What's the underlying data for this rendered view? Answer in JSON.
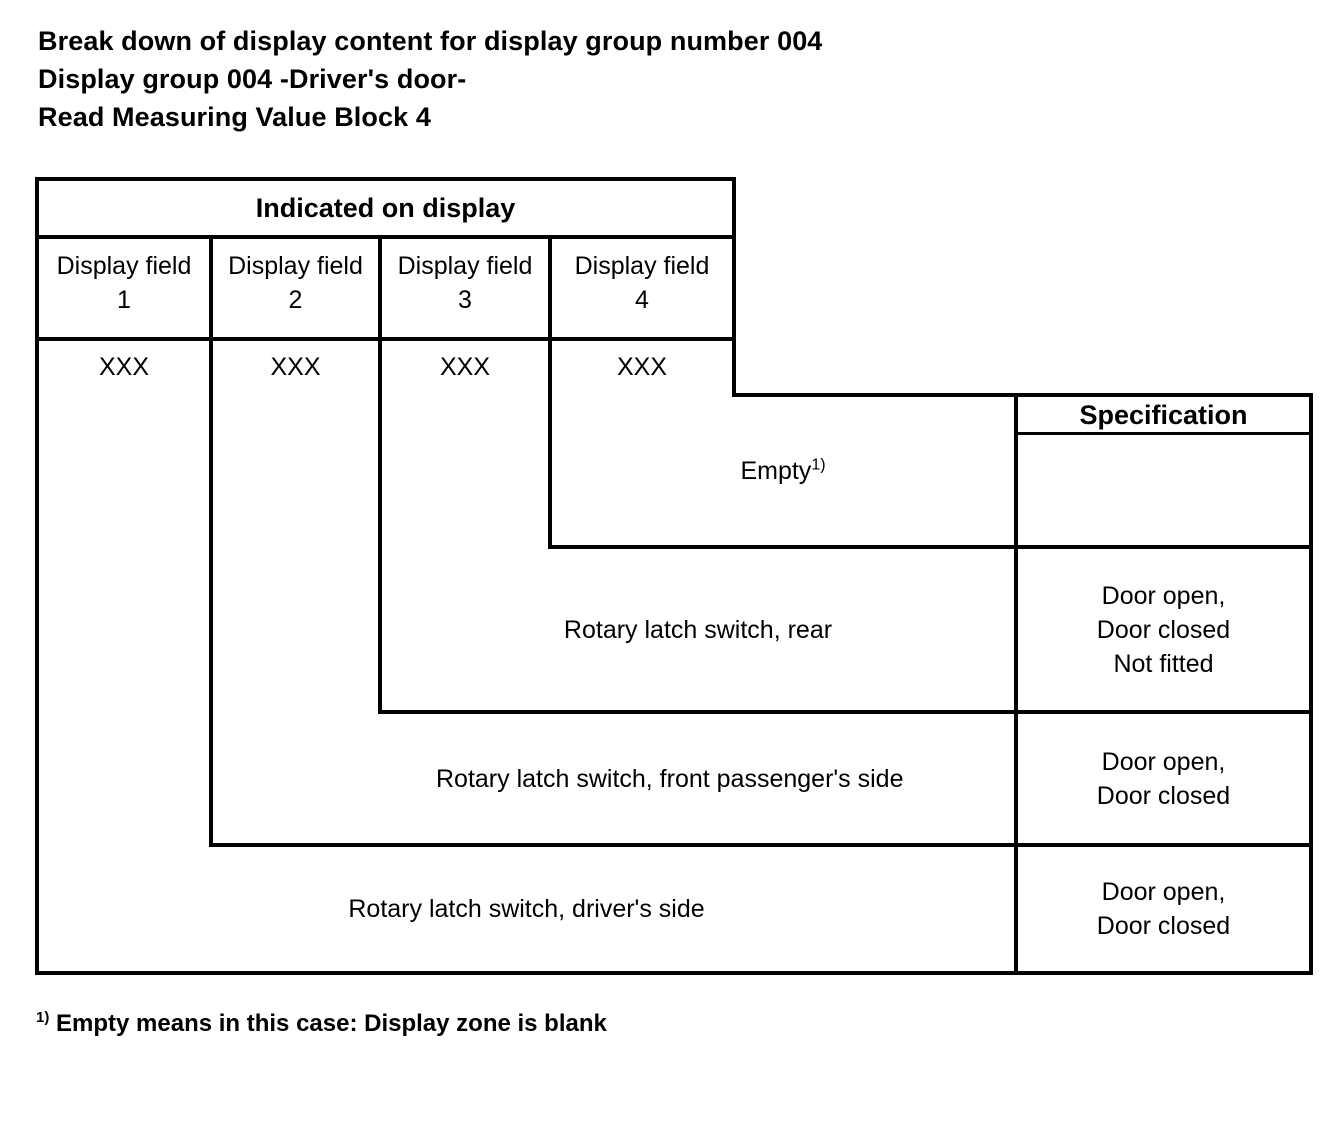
{
  "document": {
    "headings": [
      "Break down of display content for display group number 004",
      "Display group 004 -Driver's door-",
      "Read Measuring Value Block 4"
    ],
    "footnote_marker": "1)",
    "footnote_text": "Empty means in this case: Display zone is blank"
  },
  "table": {
    "group_header": "Indicated on display",
    "spec_header": "Specification",
    "display_fields": [
      {
        "label": "Display field",
        "number": "1",
        "value": "XXX"
      },
      {
        "label": "Display field",
        "number": "2",
        "value": "XXX"
      },
      {
        "label": "Display field",
        "number": "3",
        "value": "XXX"
      },
      {
        "label": "Display field",
        "number": "4",
        "value": "XXX"
      }
    ],
    "rows": [
      {
        "field": "4",
        "description": "Empty",
        "description_marker": "1)",
        "specification": ""
      },
      {
        "field": "3",
        "description": "Rotary latch switch, rear",
        "specification": "Door open,\nDoor closed\nNot fitted"
      },
      {
        "field": "2",
        "description": "Rotary latch switch, front passenger's side",
        "specification": "Door open,\nDoor closed"
      },
      {
        "field": "1",
        "description": "Rotary latch switch, driver's side",
        "specification": "Door open,\nDoor closed"
      }
    ]
  },
  "style": {
    "line_color": "#000000",
    "background": "#ffffff",
    "text_color": "#000000"
  }
}
